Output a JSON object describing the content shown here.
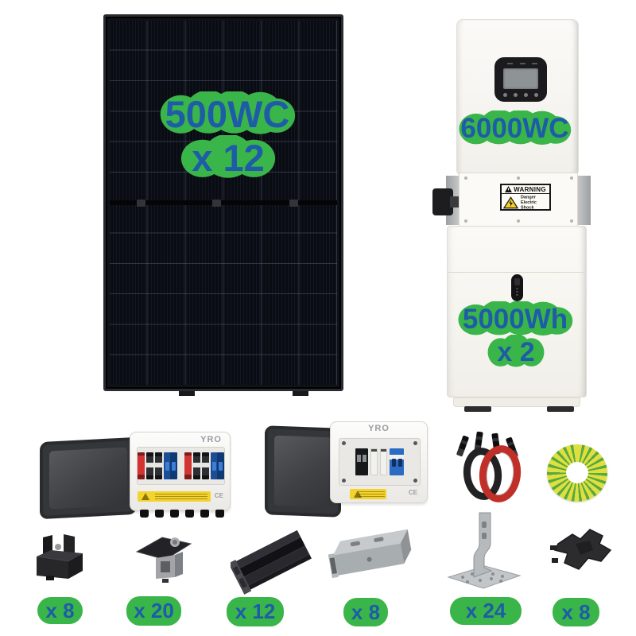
{
  "colors": {
    "badge_green": "#3ab54a",
    "badge_text_blue": "#1e5ca8"
  },
  "solar_panel": {
    "power": "500WC",
    "quantity": "x 12"
  },
  "inverter": {
    "power": "6000WC"
  },
  "battery": {
    "capacity": "5000Wh",
    "quantity": "x 2"
  },
  "warning_label": {
    "title": "WARNING",
    "line1": "Danger",
    "line2": "Electric",
    "line3": "Shock"
  },
  "dc_combiner_box": {
    "brand": "YRO",
    "ce_mark": "CE"
  },
  "ac_combiner_box": {
    "brand": "YRO",
    "ce_mark": "CE"
  },
  "accessories": {
    "end_clamp": {
      "quantity": "x 8"
    },
    "mid_clamp": {
      "quantity": "x 20"
    },
    "rail": {
      "quantity": "x 12"
    },
    "rail_splice": {
      "quantity": "x 8"
    },
    "roof_hook": {
      "quantity": "x 24"
    },
    "cable_clip": {
      "quantity": "x 8"
    }
  }
}
